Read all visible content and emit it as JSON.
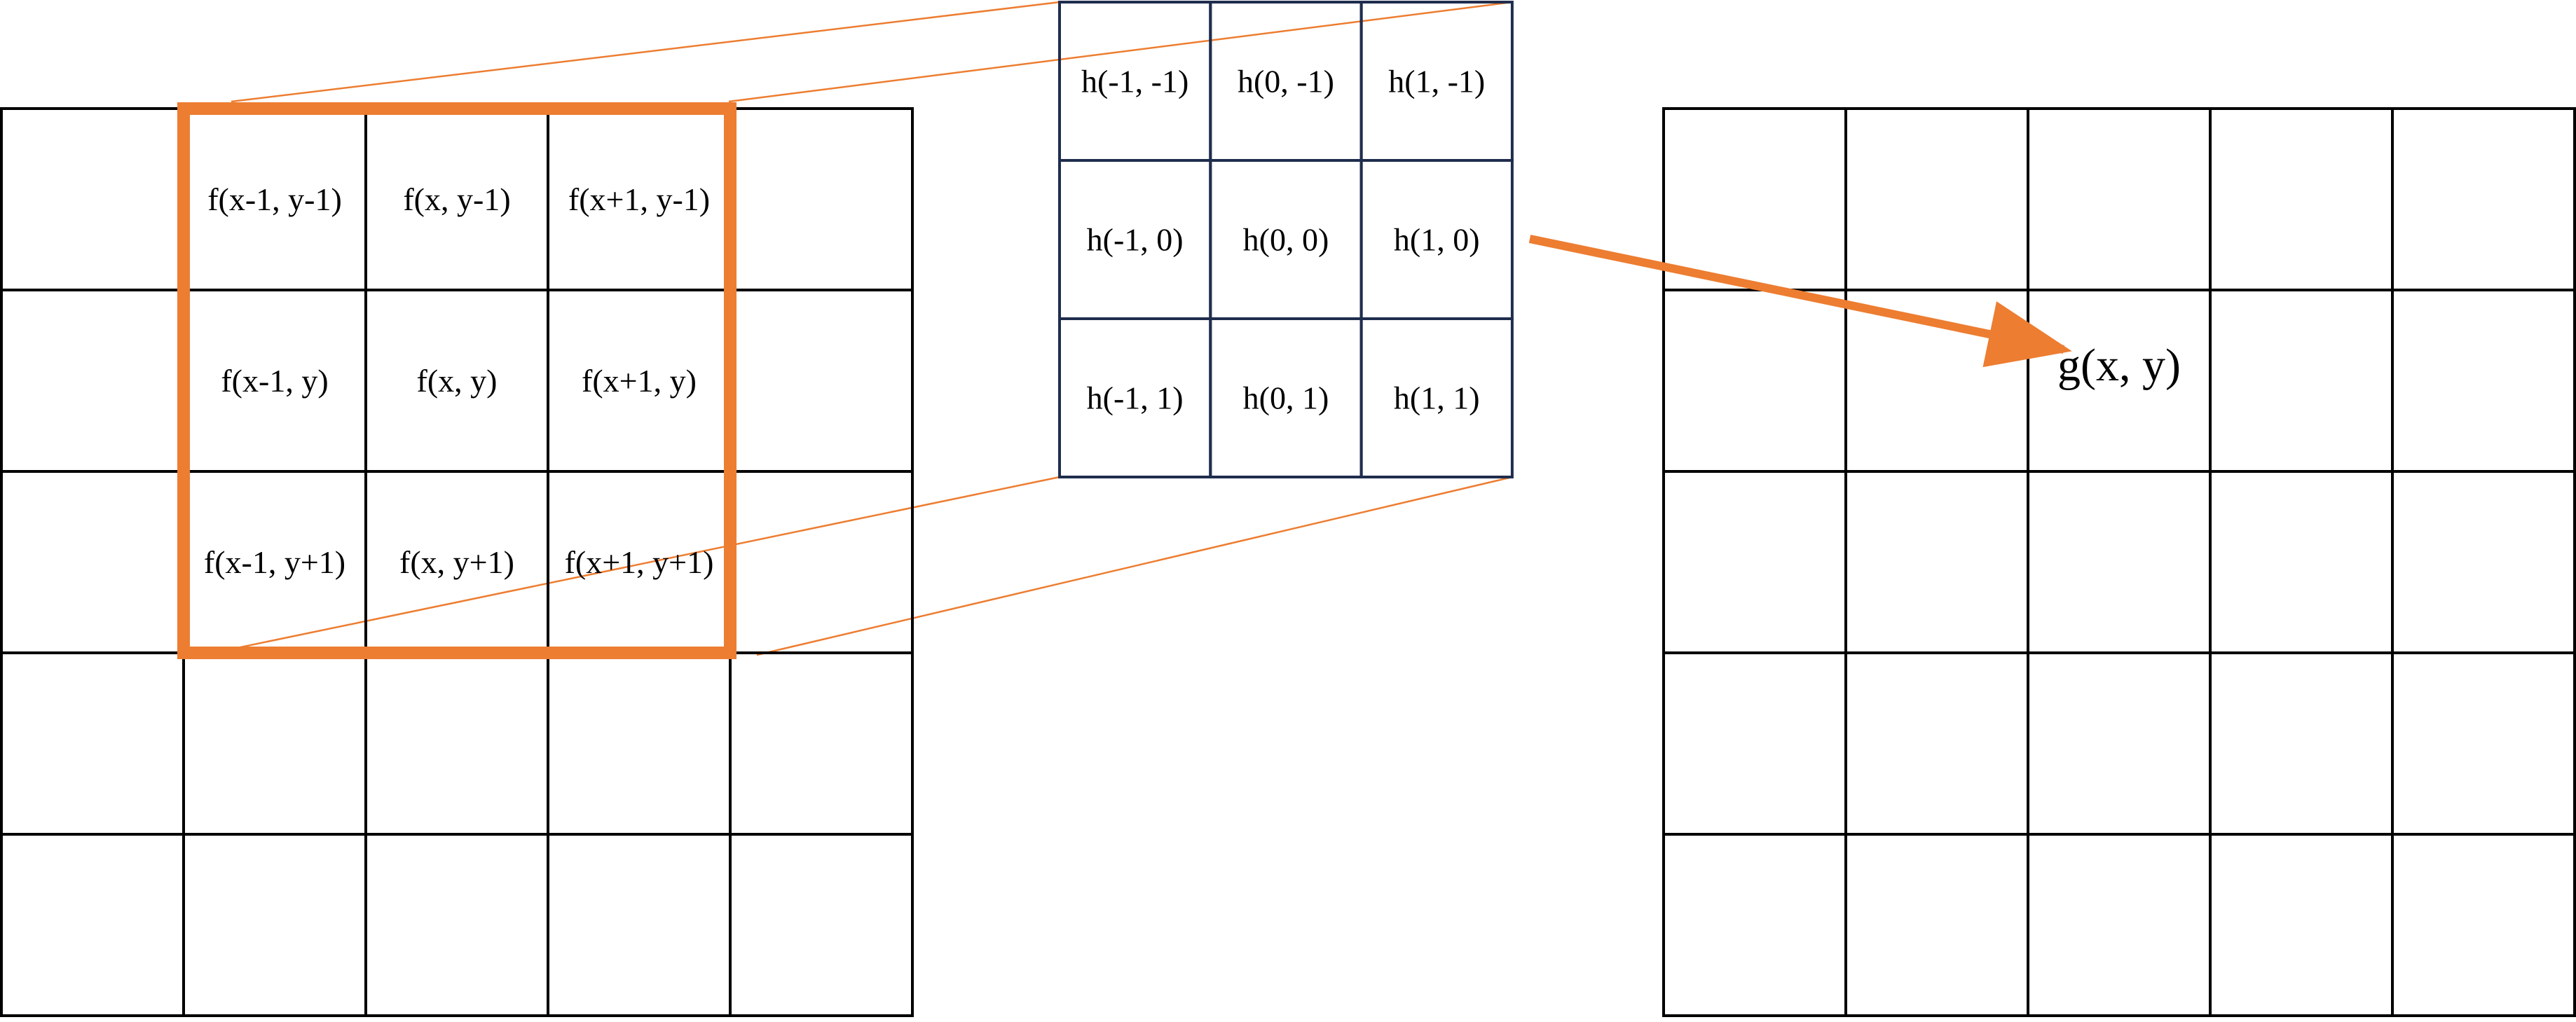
{
  "input_grid": {
    "rows": 5,
    "cols": 5,
    "highlight": {
      "row_start": 0,
      "col_start": 1,
      "size": 3
    },
    "labels": [
      [
        "",
        "f(x-1, y-1)",
        "f(x, y-1)",
        "f(x+1, y-1)",
        ""
      ],
      [
        "",
        "f(x-1, y)",
        "f(x, y)",
        "f(x+1, y)",
        ""
      ],
      [
        "",
        "f(x-1, y+1)",
        "f(x, y+1)",
        "f(x+1, y+1)",
        ""
      ],
      [
        "",
        "",
        "",
        "",
        ""
      ],
      [
        "",
        "",
        "",
        "",
        ""
      ]
    ]
  },
  "kernel_grid": {
    "rows": 3,
    "cols": 3,
    "labels": [
      [
        "h(-1, -1)",
        "h(0, -1)",
        "h(1, -1)"
      ],
      [
        "h(-1, 0)",
        "h(0, 0)",
        "h(1, 0)"
      ],
      [
        "h(-1, 1)",
        "h(0, 1)",
        "h(1, 1)"
      ]
    ]
  },
  "output_grid": {
    "rows": 5,
    "cols": 5,
    "labels": [
      [
        "",
        "",
        "",
        "",
        ""
      ],
      [
        "",
        "",
        "g(x, y)",
        "",
        ""
      ],
      [
        "",
        "",
        "",
        "",
        ""
      ],
      [
        "",
        "",
        "",
        "",
        ""
      ],
      [
        "",
        "",
        "",
        "",
        ""
      ]
    ]
  },
  "colors": {
    "accent": "#ed7d31",
    "grid_line": "#000000",
    "kernel_line": "#1f2d4d",
    "text": "#000000"
  }
}
